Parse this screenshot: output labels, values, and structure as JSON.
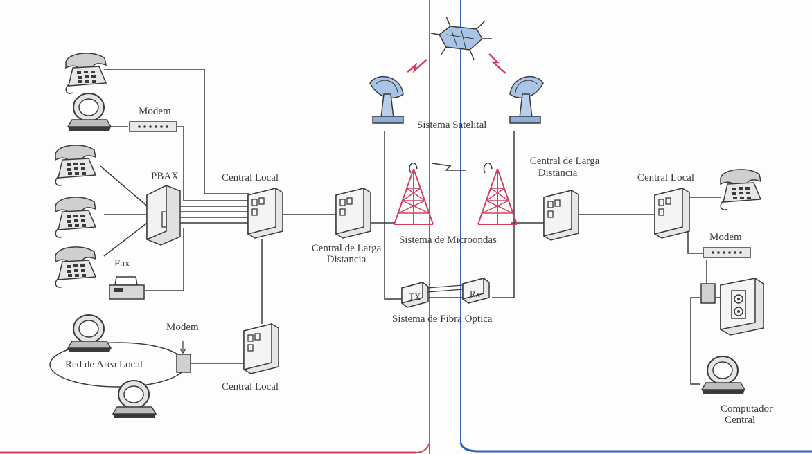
{
  "labels": {
    "modem_top": "Modem",
    "pbax": "PBAX",
    "central_local_1": "Central Local",
    "fax": "Fax",
    "central_larga_left_1": "Central de Larga",
    "central_larga_left_2": "Distancia",
    "sistema_satelital": "Sistema Satelital",
    "central_larga_right_1": "Central de Larga",
    "central_larga_right_2": "Distancia",
    "central_local_right": "Central Local",
    "sistema_microondas": "Sistema de Microondas",
    "modem_right": "Modem",
    "tx": "TX",
    "rx": "Rx",
    "sistema_fibra": "Sistema de Fibra Optica",
    "modem_lan": "Modem",
    "red_area_local": "Red de Area Local",
    "central_local_bottom": "Central Local",
    "computador_1": "Computador",
    "computador_2": "Central"
  },
  "colors": {
    "line": "#3a3a3a",
    "red_axis": "#e0405a",
    "blue_axis": "#2f62b0",
    "device_gray": "#d8d8d8",
    "tower_red": "#d44060",
    "antenna_blue": "#a9c4e6"
  },
  "icons": [
    "telephone-icon",
    "desktop-computer-icon",
    "modem-icon",
    "pbax-icon",
    "switch-cabinet-icon",
    "fax-icon",
    "satellite-icon",
    "satellite-dish-icon",
    "microwave-tower-icon",
    "fiber-transceiver-icon",
    "mainframe-icon"
  ]
}
